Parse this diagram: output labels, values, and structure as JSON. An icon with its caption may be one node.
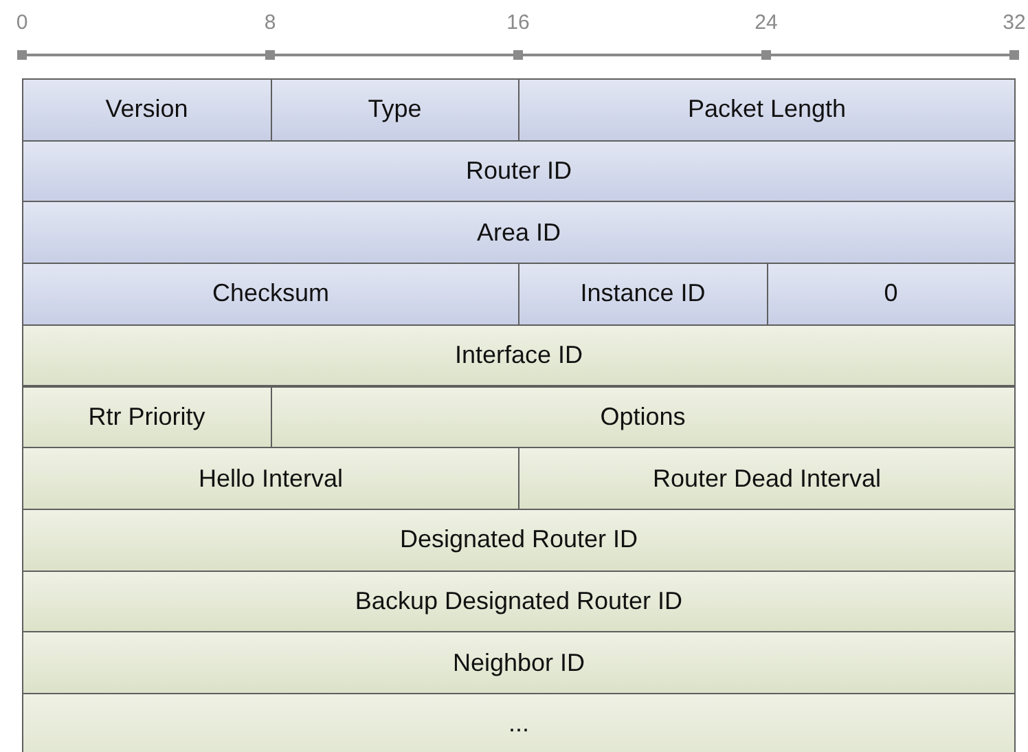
{
  "diagram": {
    "nodes": [
      {
        "text": [
          "Version"
        ]
      },
      {
        "text": [
          "Type"
        ]
      },
      {
        "text": [
          "Packet Length"
        ]
      },
      {
        "text": [
          "Router ID"
        ]
      },
      {
        "text": [
          "Area ID"
        ]
      },
      {
        "text": [
          "Checksum"
        ]
      },
      {
        "text": [
          "Instance ID"
        ]
      },
      {
        "text": [
          "0"
        ]
      },
      {
        "text": [
          "Interface ID"
        ]
      },
      {
        "text": [
          "Rtr Priority"
        ]
      },
      {
        "text": [
          "Options"
        ]
      },
      {
        "text": [
          "Hello Interval"
        ]
      },
      {
        "text": [
          "Router Dead Interval"
        ]
      },
      {
        "text": [
          "Designated Router ID"
        ]
      },
      {
        "text": [
          "Backup Designated Router ID"
        ]
      },
      {
        "text": [
          "Neighbor ID"
        ]
      },
      {
        "text": [
          "..."
        ]
      }
    ],
    "labels": [
      "0",
      "8",
      "16",
      "24",
      "32"
    ]
  }
}
